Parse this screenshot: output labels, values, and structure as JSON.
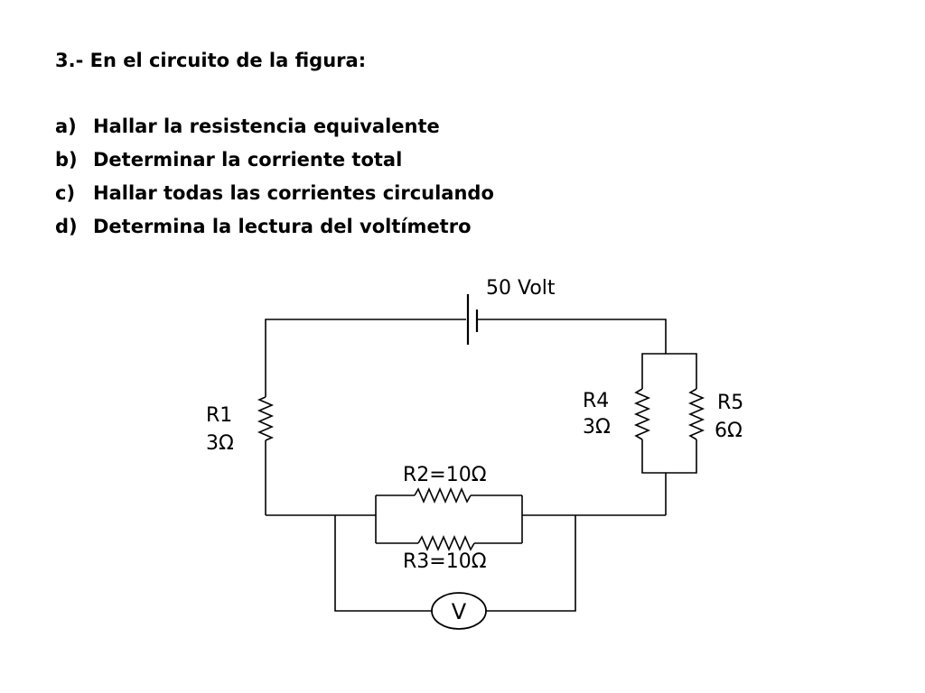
{
  "problem": {
    "title": "3.- En el circuito de la figura:",
    "tasks": [
      {
        "letter": "a)",
        "text": "Hallar la resistencia equivalente"
      },
      {
        "letter": "b)",
        "text": "Determinar la corriente total"
      },
      {
        "letter": "c)",
        "text": "Hallar todas las corrientes circulando"
      },
      {
        "letter": "d)",
        "text": "Determina la lectura del voltímetro"
      }
    ]
  },
  "circuit": {
    "source_label": "50 Volt",
    "r1": {
      "name": "R1",
      "value": "3Ω"
    },
    "r2_label": "R2=10Ω",
    "r3_label": "R3=10Ω",
    "r4": {
      "name": "R4",
      "value": "3Ω"
    },
    "r5": {
      "name": "R5",
      "value": "6Ω"
    },
    "voltmeter_label": "V"
  }
}
